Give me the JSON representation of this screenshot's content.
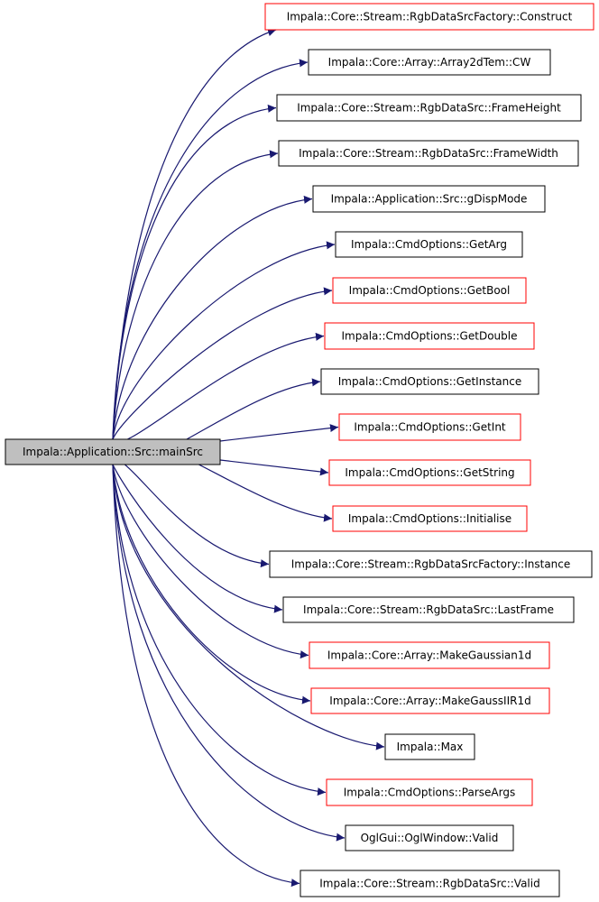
{
  "colors": {
    "edge": "#191970",
    "source_fill": "#bfbfbf",
    "source_stroke": "#000000",
    "normal_stroke": "#000000",
    "highlight_stroke": "#ff0000",
    "node_fill": "#ffffff"
  },
  "source": {
    "label": "Impala::Application::Src::mainSrc"
  },
  "targets": [
    {
      "label": "Impala::Core::Stream::RgbDataSrcFactory::Construct",
      "border": "red"
    },
    {
      "label": "Impala::Core::Array::Array2dTem::CW",
      "border": "black"
    },
    {
      "label": "Impala::Core::Stream::RgbDataSrc::FrameHeight",
      "border": "black"
    },
    {
      "label": "Impala::Core::Stream::RgbDataSrc::FrameWidth",
      "border": "black"
    },
    {
      "label": "Impala::Application::Src::gDispMode",
      "border": "black"
    },
    {
      "label": "Impala::CmdOptions::GetArg",
      "border": "black"
    },
    {
      "label": "Impala::CmdOptions::GetBool",
      "border": "red"
    },
    {
      "label": "Impala::CmdOptions::GetDouble",
      "border": "red"
    },
    {
      "label": "Impala::CmdOptions::GetInstance",
      "border": "black"
    },
    {
      "label": "Impala::CmdOptions::GetInt",
      "border": "red"
    },
    {
      "label": "Impala::CmdOptions::GetString",
      "border": "red"
    },
    {
      "label": "Impala::CmdOptions::Initialise",
      "border": "red"
    },
    {
      "label": "Impala::Core::Stream::RgbDataSrcFactory::Instance",
      "border": "black"
    },
    {
      "label": "Impala::Core::Stream::RgbDataSrc::LastFrame",
      "border": "black"
    },
    {
      "label": "Impala::Core::Array::MakeGaussian1d",
      "border": "red"
    },
    {
      "label": "Impala::Core::Array::MakeGaussIIR1d",
      "border": "red"
    },
    {
      "label": "Impala::Max",
      "border": "black"
    },
    {
      "label": "Impala::CmdOptions::ParseArgs",
      "border": "red"
    },
    {
      "label": "OglGui::OglWindow::Valid",
      "border": "black"
    },
    {
      "label": "Impala::Core::Stream::RgbDataSrc::Valid",
      "border": "black"
    }
  ]
}
